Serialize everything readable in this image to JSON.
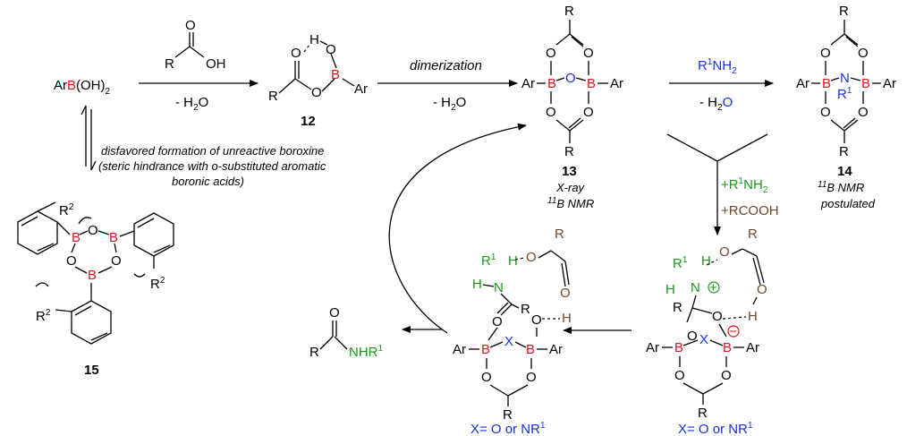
{
  "reaction_scheme": {
    "reactant": {
      "prefix": "Ar",
      "boron": "B",
      "suffix": "(OH)",
      "sub": "2"
    },
    "step1": {
      "reagent_R": "R",
      "reagent_OH": "OH",
      "reagent_O": "O",
      "condition": "- H",
      "condition_sub": "2",
      "condition_end": "O"
    },
    "compound_12": {
      "label": "12"
    },
    "step2": {
      "name": "dimerization",
      "condition": "- H",
      "condition_sub": "2",
      "condition_end": "O"
    },
    "compound_13": {
      "label": "13",
      "note1": "X-ray",
      "note2_sup": "11",
      "note2": "B NMR"
    },
    "step3": {
      "reagent": "R",
      "reagent_sup": "1",
      "reagent_end": "NH",
      "reagent_sub": "2",
      "condition": "- H",
      "condition_sub": "2",
      "condition_end": "O"
    },
    "compound_14": {
      "label": "14",
      "note1_sup": "11",
      "note1": "B NMR",
      "note2": "postulated"
    },
    "side_path": {
      "line1": "disfavored formation of unreactive boroxine",
      "line2": "(steric hindrance with o-substituted aromatic",
      "line3": "boronic acids)"
    },
    "compound_15": {
      "label": "15"
    },
    "step4": {
      "reagent1_pre": "+R",
      "reagent1_sup": "1",
      "reagent1_mid": "NH",
      "reagent1_sub": "2",
      "reagent2": "+RCOOH"
    },
    "intermediate_right": {
      "x_def": "X= O or NR",
      "x_def_sup": "1"
    },
    "intermediate_left": {
      "x_def": "X= O or NR",
      "x_def_sup": "1"
    },
    "product": {
      "R": "R",
      "O": "O",
      "NHR": "NHR",
      "NHR_sup": "1"
    }
  },
  "atoms": {
    "R": "R",
    "R1": "R",
    "sup1": "1",
    "sup2": "2",
    "O": "O",
    "B": "B",
    "N": "N",
    "H": "H",
    "Ar": "Ar",
    "X": "X",
    "OH": "OH",
    "plus": "+",
    "minus": "−"
  },
  "colors": {
    "boron": "#e0141e",
    "blue": "#1a2fe0",
    "green": "#1a9a1a",
    "brown": "#6b4a2b"
  }
}
